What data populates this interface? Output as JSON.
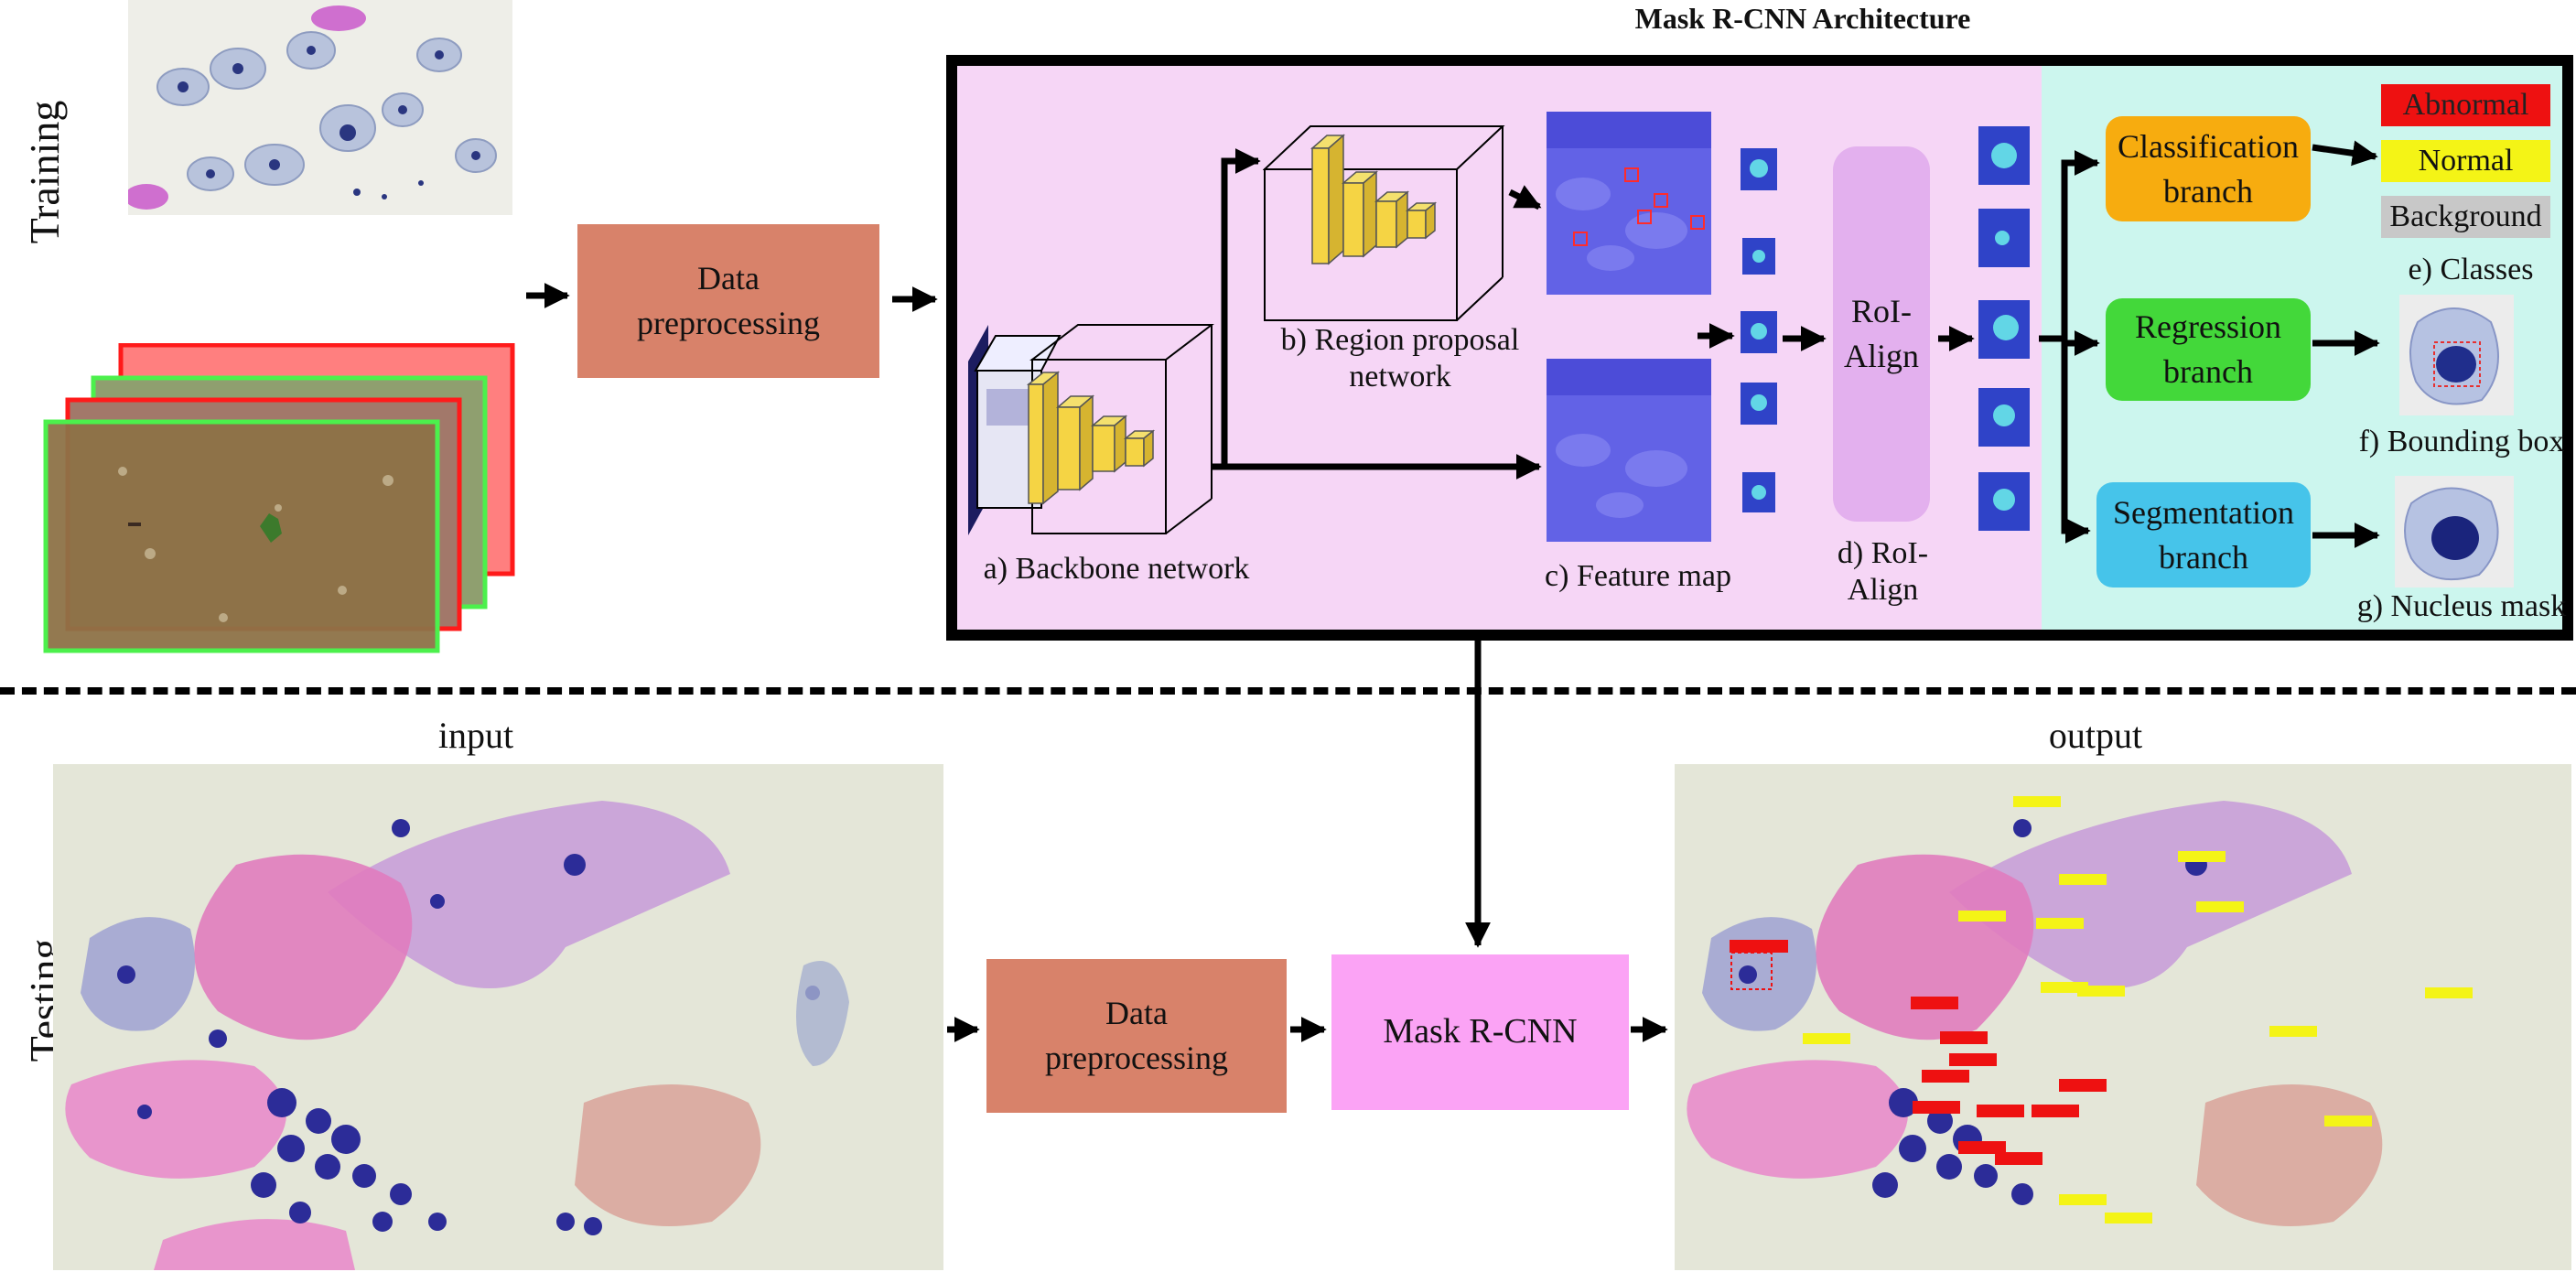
{
  "title": "Mask R-CNN Architecture",
  "sections": {
    "training": "Training",
    "testing": "Testing"
  },
  "training": {
    "preprocess": "Data preprocessing"
  },
  "architecture": {
    "backbone": "a) Backbone network",
    "rpn": "b) Region proposal network",
    "feature_map": "c) Feature map",
    "roialign_box": "RoI-Align",
    "roialign_label": "d) RoI-Align",
    "classification": "Classification branch",
    "regression": "Regression branch",
    "segmentation": "Segmentation branch",
    "classes": [
      "Abnormal",
      "Normal",
      "Background"
    ],
    "classes_label": "e) Classes",
    "bbox_label": "f) Bounding box",
    "mask_label": "g) Nucleus mask"
  },
  "testing": {
    "input_label": "input",
    "output_label": "output",
    "preprocess": "Data preprocessing",
    "model": "Mask R-CNN"
  },
  "colors": {
    "preprocess": "#d8826a",
    "arch_pink": "#f6d6f6",
    "arch_cyan": "#ccf6ee",
    "classification": "#f7ac0f",
    "regression": "#43d83a",
    "segmentation": "#46c4ea",
    "roialign": "#e3b0ee",
    "model": "#fba3f5",
    "abnormal": "#ee1111",
    "normal": "#f4f416",
    "background": "#c8c8c8",
    "feature": "#6060e6"
  }
}
